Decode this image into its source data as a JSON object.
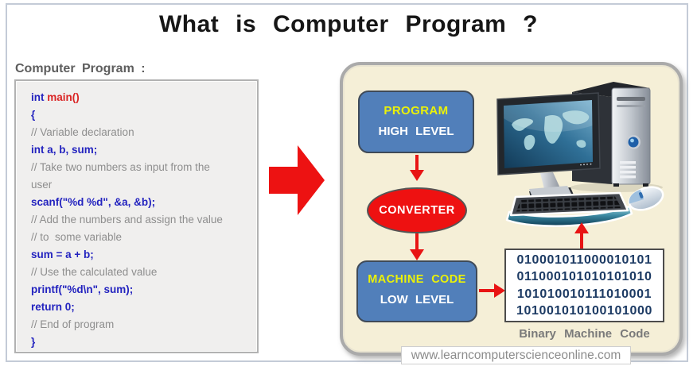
{
  "title": "What is Computer Program ?",
  "colors": {
    "accent_red": "#ee1111",
    "flow_box_blue": "#517fba",
    "flow_label_yellow": "#ebf208",
    "panel_cream": "#f5efd7",
    "binary_navy": "#1c3a63",
    "code_keyword_blue": "#2323bf",
    "code_function_red": "#da2424",
    "comment_gray": "#8e8e8e"
  },
  "left": {
    "heading": "Computer Program :",
    "code_lines": [
      {
        "style": "mixed",
        "kw": "int",
        "fn": " main()"
      },
      {
        "style": "kw",
        "text": "{"
      },
      {
        "style": "comment",
        "text": "// Variable declaration"
      },
      {
        "style": "kw",
        "text": "int a, b, sum;"
      },
      {
        "style": "comment",
        "text": "// Take two numbers as input from the"
      },
      {
        "style": "comment",
        "text": "user"
      },
      {
        "style": "kw",
        "text": "scanf(\"%d %d\", &a, &b);"
      },
      {
        "style": "comment",
        "text": "// Add the numbers and assign the value"
      },
      {
        "style": "comment",
        "text": "// to  some variable"
      },
      {
        "style": "kw",
        "text": "sum = a + b;"
      },
      {
        "style": "comment",
        "text": "// Use the calculated value"
      },
      {
        "style": "kw",
        "text": "printf(\"%d\\n\", sum);"
      },
      {
        "style": "kw",
        "text": "return 0;"
      },
      {
        "style": "comment",
        "text": "// End of program"
      },
      {
        "style": "kw",
        "text": "}"
      }
    ]
  },
  "flow": {
    "program_box": {
      "line1": "PROGRAM",
      "line2": "HIGH LEVEL"
    },
    "converter": {
      "label": "CONVERTER"
    },
    "machine_box": {
      "line1": "MACHINE CODE",
      "line2": "LOW LEVEL"
    },
    "binary_box": {
      "lines": [
        "010001011000010101",
        "011000101010101010",
        "101010010111010001",
        "101001010100101000"
      ],
      "caption": "Binary Machine Code"
    }
  },
  "footer": {
    "url": "www.learncomputerscienceonline.com"
  },
  "icons": {
    "big_arrow": "red-block-arrow-right",
    "computer": "desktop-computer-with-world-map-monitor-tower-keyboard-mouse"
  }
}
